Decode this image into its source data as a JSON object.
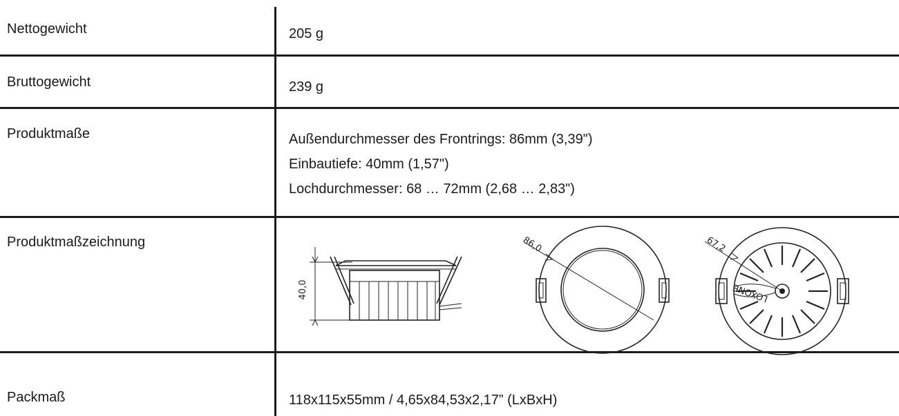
{
  "rows": [
    {
      "label": "Nettogewicht",
      "value": "205 g"
    },
    {
      "label": "Bruttogewicht",
      "value": "239 g"
    },
    {
      "label": "Produktmaße",
      "values": [
        "Außendurchmesser des Frontrings: 86mm (3,39\")",
        "Einbautiefe: 40mm (1,57\")",
        "Lochdurchmesser: 68 … 72mm (2,68 … 2,83\")"
      ]
    },
    {
      "label": "Produktmaßzeichnung",
      "drawing": {
        "side_height_label": "40,0",
        "front_diameter_label": "86,0",
        "rear_diameter_label": "67,2",
        "brand_mark": "LOXONE"
      }
    },
    {
      "label": "Packmaß",
      "value": "118x115x55mm / 4,65x84,53x2,17” (LxBxH)"
    }
  ]
}
